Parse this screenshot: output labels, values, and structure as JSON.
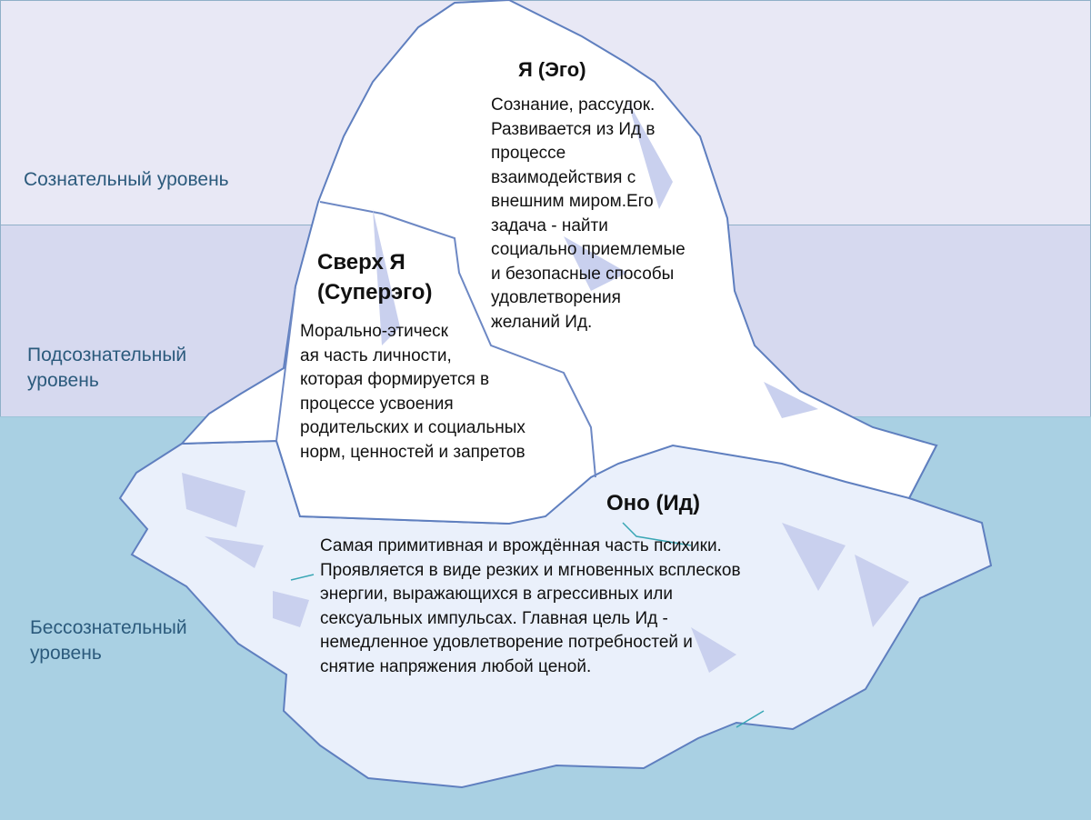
{
  "levels": {
    "conscious": "Сознательный уровень",
    "subconscious": "Подсознательный\nуровень",
    "unconscious": "Бессознательный\nуровень"
  },
  "ego": {
    "title": "Я (Эго)",
    "description": "Сознание, рассудок.\nРазвивается из Ид в\nпроцессе\nвзаимодействия с\nвнешним миром.Его\nзадача - найти\nсоциально приемлемые\nи безопасные способы\nудовлетворения\nжеланий Ид."
  },
  "superego": {
    "title": "Сверх Я\n(Суперэго)",
    "description": "Морально-этическ\nая часть личности,\nкоторая формируется в\nпроцессе усвоения\nродительских и социальных\nнорм, ценностей и запретов"
  },
  "id": {
    "title": "Оно (Ид)",
    "description": "Самая примитивная и врождённая часть психики.\nПроявляется в виде резких и мгновенных всплесков\nэнергии, выражающихся в агрессивных или\nсексуальных импульсах. Главная цель Ид -\nнемедленное удовлетворение потребностей и\nснятие напряжения любой ценой."
  },
  "colors": {
    "conscious_band": "#e8e8f5",
    "subconscious_band": "#d6d9ef",
    "unconscious_band": "#a9d0e3",
    "ice_outline": "#5f7fbf",
    "level_text": "#2b5a7c"
  }
}
